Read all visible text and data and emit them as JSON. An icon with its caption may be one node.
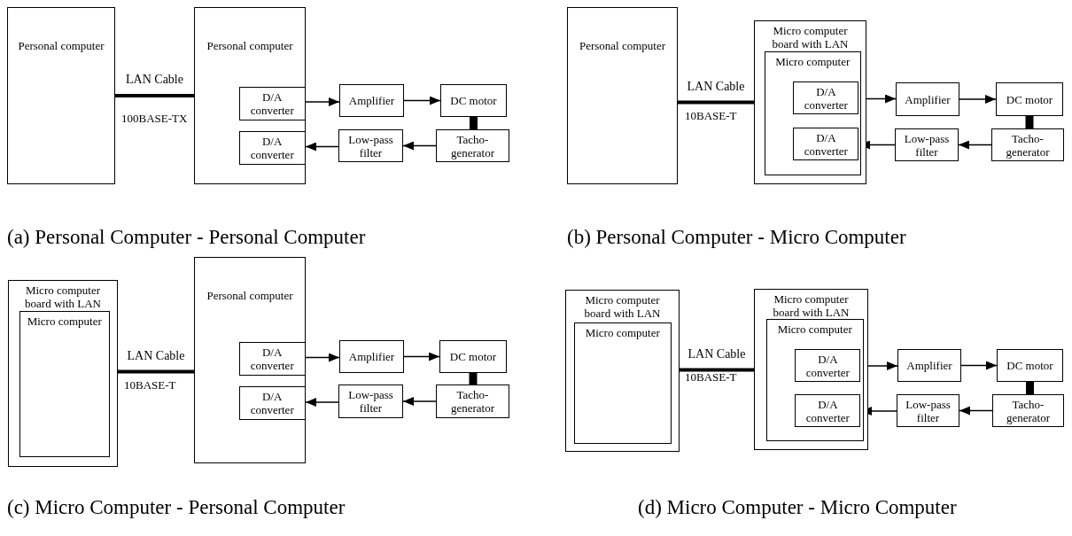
{
  "diagram": {
    "nodes": [
      {
        "text": [
          "Personal computer"
        ]
      },
      {
        "text": [
          "Personal computer"
        ]
      },
      {
        "text": [
          "D/A converter"
        ],
        "in": 1
      },
      {
        "text": [
          "D/A converter"
        ],
        "in": 1
      },
      {
        "text": [
          "Amplifier"
        ]
      },
      {
        "text": [
          "DC motor"
        ]
      },
      {
        "text": [
          "Tacho- generator"
        ]
      },
      {
        "text": [
          "Low-pass filter"
        ]
      },
      {
        "text": [
          "Personal computer"
        ]
      },
      {
        "text": [
          "Micro computer board with LAN"
        ]
      },
      {
        "text": [
          "Micro computer"
        ],
        "in": 9
      },
      {
        "text": [
          "D/A converter"
        ],
        "in": 10
      },
      {
        "text": [
          "D/A converter"
        ],
        "in": 10
      },
      {
        "text": [
          "Amplifier"
        ]
      },
      {
        "text": [
          "DC motor"
        ]
      },
      {
        "text": [
          "Tacho- generator"
        ]
      },
      {
        "text": [
          "Low-pass filter"
        ]
      },
      {
        "text": [
          "Micro computer board with LAN"
        ]
      },
      {
        "text": [
          "Micro computer"
        ],
        "in": 17
      },
      {
        "text": [
          "Personal computer"
        ]
      },
      {
        "text": [
          "D/A converter"
        ],
        "in": 19
      },
      {
        "text": [
          "D/A converter"
        ],
        "in": 19
      },
      {
        "text": [
          "Amplifier"
        ]
      },
      {
        "text": [
          "DC motor"
        ]
      },
      {
        "text": [
          "Tacho- generator"
        ]
      },
      {
        "text": [
          "Low-pass filter"
        ]
      },
      {
        "text": [
          "Micro computer board with LAN"
        ]
      },
      {
        "text": [
          "Micro computer"
        ],
        "in": 26
      },
      {
        "text": [
          "Micro computer board with LAN"
        ]
      },
      {
        "text": [
          "Micro computer"
        ],
        "in": 28
      },
      {
        "text": [
          "D/A converter"
        ],
        "in": 29
      },
      {
        "text": [
          "D/A converter"
        ],
        "in": 29
      },
      {
        "text": [
          "Amplifier"
        ]
      },
      {
        "text": [
          "DC motor"
        ]
      },
      {
        "text": [
          "Tacho- generator"
        ]
      },
      {
        "text": [
          "Low-pass filter"
        ]
      }
    ],
    "edges": [
      {
        "from": 0,
        "to": 1,
        "arrow": "none",
        "label": "LAN Cable",
        "style": "thick"
      },
      {
        "from": 2,
        "to": 4,
        "arrow": "to"
      },
      {
        "from": 4,
        "to": 5,
        "arrow": "to"
      },
      {
        "from": 5,
        "to": 6,
        "arrow": "none",
        "style": "thick"
      },
      {
        "from": 6,
        "to": 7,
        "arrow": "to"
      },
      {
        "from": 7,
        "to": 3,
        "arrow": "to"
      },
      {
        "from": 8,
        "to": 9,
        "arrow": "none",
        "label": "LAN Cable",
        "style": "thick"
      },
      {
        "from": 11,
        "to": 13,
        "arrow": "to"
      },
      {
        "from": 13,
        "to": 14,
        "arrow": "to"
      },
      {
        "from": 14,
        "to": 15,
        "arrow": "none",
        "style": "thick"
      },
      {
        "from": 15,
        "to": 16,
        "arrow": "to"
      },
      {
        "from": 16,
        "to": 12,
        "arrow": "to"
      },
      {
        "from": 17,
        "to": 19,
        "arrow": "none",
        "label": "LAN Cable",
        "style": "thick"
      },
      {
        "from": 20,
        "to": 22,
        "arrow": "to"
      },
      {
        "from": 22,
        "to": 23,
        "arrow": "to"
      },
      {
        "from": 23,
        "to": 24,
        "arrow": "none",
        "style": "thick"
      },
      {
        "from": 24,
        "to": 25,
        "arrow": "to"
      },
      {
        "from": 25,
        "to": 21,
        "arrow": "to"
      },
      {
        "from": 26,
        "to": 28,
        "arrow": "none",
        "label": "LAN Cable",
        "style": "thick"
      },
      {
        "from": 30,
        "to": 32,
        "arrow": "to"
      },
      {
        "from": 32,
        "to": 33,
        "arrow": "to"
      },
      {
        "from": 33,
        "to": 34,
        "arrow": "none",
        "style": "thick"
      },
      {
        "from": 34,
        "to": 35,
        "arrow": "to"
      },
      {
        "from": 35,
        "to": 31,
        "arrow": "to"
      }
    ],
    "labels": [
      "100BASE-TX",
      "10BASE-T",
      "(a) Personal Computer - Personal Computer",
      "(b) Personal Computer - Micro Computer",
      "10BASE-T",
      "10BASE-T",
      "(c) Micro Computer - Personal Computer",
      "(d) Micro Computer - Micro Computer"
    ]
  }
}
